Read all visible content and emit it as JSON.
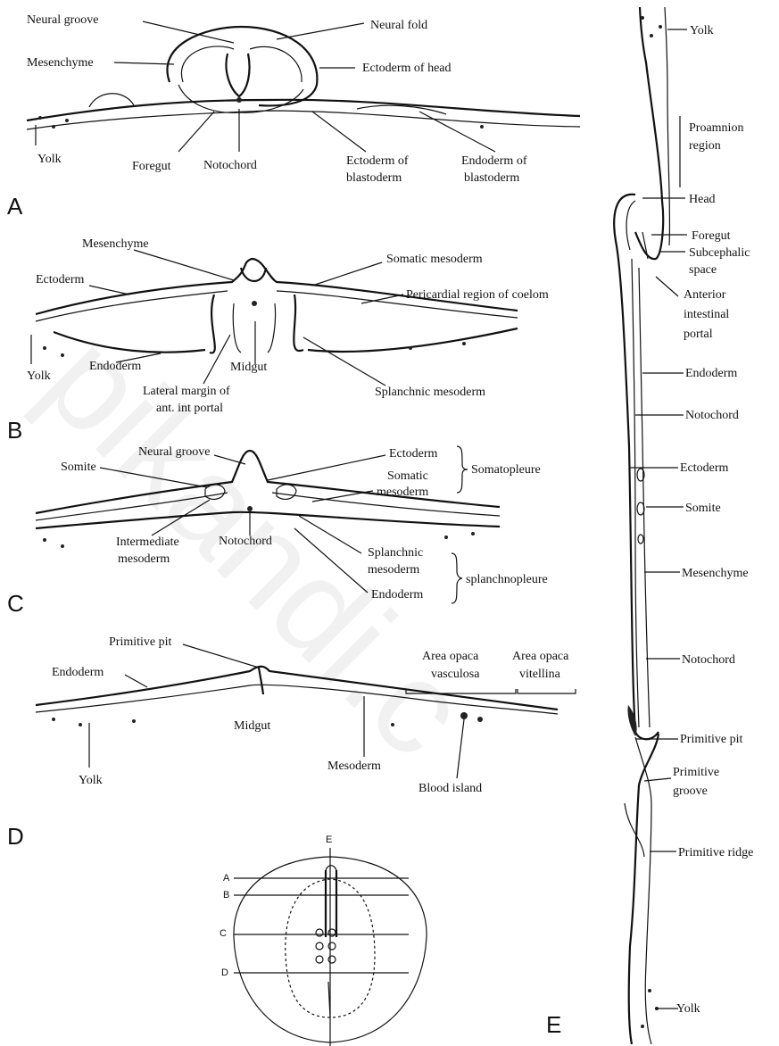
{
  "watermark": "pikandi.c",
  "panel_letters": {
    "a": "A",
    "b": "B",
    "c": "C",
    "d": "D",
    "e": "E"
  },
  "key_letters": {
    "a": "A",
    "b": "B",
    "c": "C",
    "d": "D",
    "e": "E"
  },
  "panel_a": {
    "neural_groove": "Neural groove",
    "neural_fold": "Neural fold",
    "mesenchyme": "Mesenchyme",
    "ectoderm_of_head": "Ectoderm of head",
    "yolk": "Yolk",
    "foregut": "Foregut",
    "notochord": "Notochord",
    "ectoderm_of": "Ectoderm of",
    "blastoderm_1": "blastoderm",
    "endoderm_of": "Endoderm of",
    "blastoderm_2": "blastoderm"
  },
  "panel_b": {
    "mesenchyme": "Mesenchyme",
    "somatic_mesoderm": "Somatic mesoderm",
    "ectoderm": "Ectoderm",
    "pericardial_region": "Pericardial region of coelom",
    "yolk": "Yolk",
    "endoderm": "Endoderm",
    "midgut": "Midgut",
    "lateral_margin_1": "Lateral margin of",
    "lateral_margin_2": "ant. int portal",
    "splanchnic_mesoderm": "Splanchnic mesoderm"
  },
  "panel_c": {
    "neural_groove": "Neural groove",
    "ectoderm": "Ectoderm",
    "somite": "Somite",
    "somatic_1": "Somatic",
    "somatic_2": "mesoderm",
    "somatopleure": "Somatopleure",
    "intermediate_1": "Intermediate",
    "intermediate_2": "mesoderm",
    "notochord": "Notochord",
    "splanchnic_1": "Splanchnic",
    "splanchnic_2": "mesoderm",
    "splanchnopleure": "splanchnopleure",
    "endoderm": "Endoderm"
  },
  "panel_d": {
    "primitive_pit": "Primitive pit",
    "area_opaca_vasculosa_1": "Area opaca",
    "area_opaca_vasculosa_2": "vasculosa",
    "area_opaca_vitellina_1": "Area opaca",
    "area_opaca_vitellina_2": "vitellina",
    "endoderm": "Endoderm",
    "midgut": "Midgut",
    "yolk": "Yolk",
    "mesoderm": "Mesoderm",
    "blood_island": "Blood island"
  },
  "panel_e": {
    "yolk_top": "Yolk",
    "proamnion_1": "Proamnion",
    "proamnion_2": "region",
    "head": "Head",
    "foregut": "Foregut",
    "subcephalic_1": "Subcephalic",
    "subcephalic_2": "space",
    "anterior_1": "Anterior",
    "anterior_2": "intestinal",
    "anterior_3": "portal",
    "endoderm": "Endoderm",
    "notochord_1": "Notochord",
    "ectoderm": "Ectoderm",
    "somite": "Somite",
    "mesenchyme": "Mesenchyme",
    "notochord_2": "Notochord",
    "primitive_pit": "Primitive pit",
    "primitive_groove_1": "Primitive",
    "primitive_groove_2": "groove",
    "primitive_ridge": "Primitive ridge",
    "yolk_bottom": "Yolk"
  }
}
